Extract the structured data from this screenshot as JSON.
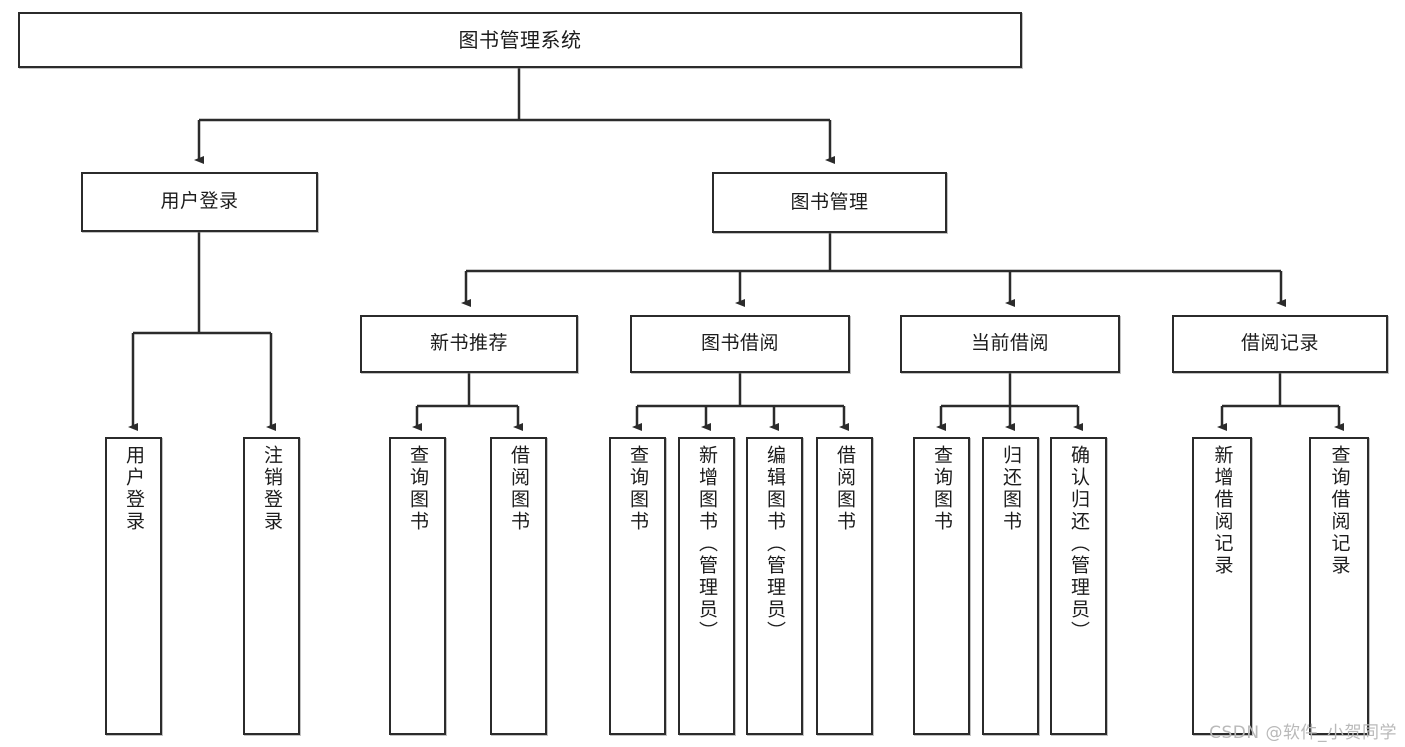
{
  "diagram": {
    "title": "图书管理系统",
    "watermark": "CSDN @软件_小贺同学",
    "stroke_color": "#2b2b2b",
    "fill_color": "#ffffff",
    "text_color": "#1c1c1c",
    "watermark_color": "#b9b9b9",
    "type": "tree-hierarchy",
    "levels": 4
  },
  "nodes": {
    "root": {
      "label": "图书管理系统"
    },
    "level2": [
      {
        "label": "用户登录"
      },
      {
        "label": "图书管理"
      }
    ],
    "level3": [
      {
        "label": "新书推荐"
      },
      {
        "label": "图书借阅"
      },
      {
        "label": "当前借阅"
      },
      {
        "label": "借阅记录"
      }
    ],
    "leaves_user_login": [
      {
        "label": "用户登录"
      },
      {
        "label": "注销登录"
      }
    ],
    "leaves_new_book": [
      {
        "label": "查询图书"
      },
      {
        "label": "借阅图书"
      }
    ],
    "leaves_borrow": [
      {
        "label": "查询图书"
      },
      {
        "label": "新增图书（管理员）"
      },
      {
        "label": "编辑图书（管理员）"
      },
      {
        "label": "借阅图书"
      }
    ],
    "leaves_current": [
      {
        "label": "查询图书"
      },
      {
        "label": "归还图书"
      },
      {
        "label": "确认归还（管理员）"
      }
    ],
    "leaves_records": [
      {
        "label": "新增借阅记录"
      },
      {
        "label": "查询借阅记录"
      }
    ]
  }
}
